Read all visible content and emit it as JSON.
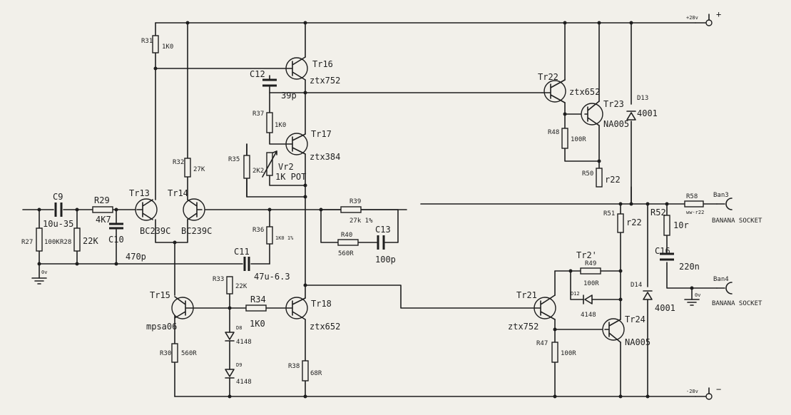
{
  "rails": {
    "pos": "+",
    "neg": "−",
    "pos_note": "+28v",
    "neg_note": "-28v"
  },
  "ground_labels": {
    "g1": "0v",
    "g2": "0v"
  },
  "transistors": {
    "tr13": {
      "ref": "Tr13",
      "part": "BC239C"
    },
    "tr14": {
      "ref": "Tr14",
      "part": "BC239C"
    },
    "tr15": {
      "ref": "Tr15",
      "part": "mpsa06"
    },
    "tr16": {
      "ref": "Tr16",
      "part": "ztx752"
    },
    "tr17": {
      "ref": "Tr17",
      "part": "ztx384"
    },
    "tr18": {
      "ref": "Tr18",
      "part": "ztx652"
    },
    "tr21": {
      "ref": "Tr21",
      "part": "ztx752"
    },
    "tr22": {
      "ref": "Tr22",
      "part": "ztx652"
    },
    "tr23": {
      "ref": "Tr23",
      "part": "NA005"
    },
    "tr24": {
      "ref": "Tr24",
      "part": "NA005"
    },
    "tr2p": {
      "ref": "Tr2'"
    }
  },
  "resistors": {
    "r27": {
      "ref": "R27",
      "val": "100K"
    },
    "r28": {
      "ref": "R28",
      "val": "22K"
    },
    "r29": {
      "ref": "R29",
      "val": "4K7"
    },
    "r30": {
      "ref": "R30",
      "val": "560R"
    },
    "r31": {
      "ref": "R31",
      "val": "1K0"
    },
    "r32": {
      "ref": "R32",
      "val": "27K"
    },
    "r33": {
      "ref": "R33",
      "val": "22K"
    },
    "r34": {
      "ref": "R34",
      "val": "1K0"
    },
    "r35": {
      "ref": "R35",
      "val": "2K2"
    },
    "r36": {
      "ref": "R36",
      "val": "1K0 1%"
    },
    "r37": {
      "ref": "R37",
      "val": "1K0"
    },
    "r38": {
      "ref": "R38",
      "val": "68R"
    },
    "r39": {
      "ref": "R39",
      "val": "27k 1%"
    },
    "r40": {
      "ref": "R40",
      "val": "560R"
    },
    "r47": {
      "ref": "R47",
      "val": "100R"
    },
    "r48": {
      "ref": "R48",
      "val": "100R"
    },
    "r49": {
      "ref": "R49",
      "val": "100R"
    },
    "r50": {
      "ref": "R50",
      "val": "r22"
    },
    "r51": {
      "ref": "R51",
      "val": "r22"
    },
    "r52": {
      "ref": "R52",
      "val": "10r"
    },
    "r58": {
      "ref": "R58",
      "val": "ww-r22"
    }
  },
  "capacitors": {
    "c9": {
      "ref": "C9",
      "val": "10u-35"
    },
    "c10": {
      "ref": "C10",
      "val": "470p"
    },
    "c11": {
      "ref": "C11",
      "val": "47u-6.3"
    },
    "c12": {
      "ref": "C12",
      "val": "39p"
    },
    "c13": {
      "ref": "C13",
      "val": "100p"
    },
    "c16": {
      "ref": "C16",
      "val": "220n"
    }
  },
  "diodes": {
    "d8": {
      "ref": "D8",
      "val": "4148"
    },
    "d9": {
      "ref": "D9",
      "val": "4148"
    },
    "d12": {
      "ref": "D12",
      "val": "4148"
    },
    "d13": {
      "ref": "D13",
      "val": "4001"
    },
    "d14": {
      "ref": "D14",
      "val": "4001"
    }
  },
  "pot": {
    "ref": "Vr2",
    "val": "1K POT"
  },
  "outputs": {
    "ban3": {
      "ref": "Ban3",
      "label": "BANANA SOCKET"
    },
    "ban4": {
      "ref": "Ban4",
      "label": "BANANA SOCKET"
    }
  }
}
